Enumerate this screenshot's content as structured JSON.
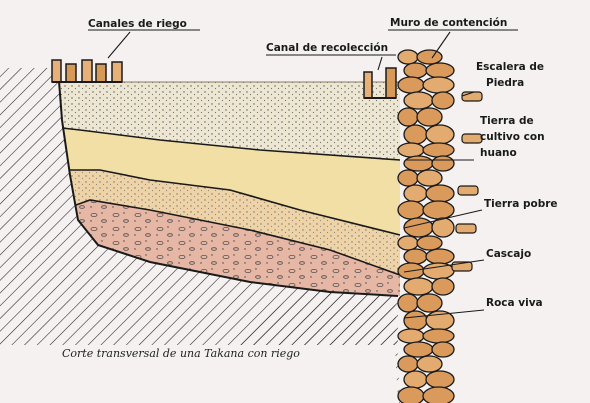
{
  "labels": {
    "canales_de_riego": "Canales de riego",
    "muro_de_contencion": "Muro de contención",
    "canal_de_recoleccion": "Canal de recolección",
    "escalera_de_piedra": [
      "Escalera de",
      "Piedra"
    ],
    "tierra_de_cultivo": [
      "Tierra de",
      "cultivo con",
      "huano"
    ],
    "tierra_pobre": "Tierra pobre",
    "cascajo": "Cascajo",
    "roca_viva": "Roca viva"
  },
  "caption": "Corte transversal de una Takana con riego",
  "colors": {
    "background": "#f4f1f0",
    "topsoil": "#ece6d2",
    "cultivo": "#f1dfa6",
    "tierra_pobre": "#efd3a8",
    "cascajo": "#e7b7a6",
    "stone": "#d99a5c",
    "outline": "#1a1a1a"
  }
}
